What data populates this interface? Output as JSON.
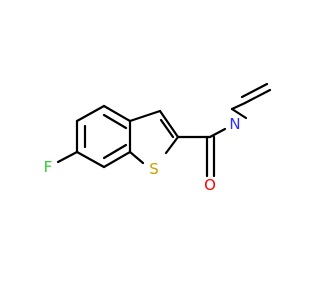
{
  "molecule": {
    "atoms": {
      "fluorine": {
        "label": "F",
        "color": "#33cc33"
      },
      "sulfur": {
        "label": "S",
        "color": "#c8a000"
      },
      "nitrogen": {
        "label": "N",
        "color": "#2e2eff"
      },
      "oxygen": {
        "label": "O",
        "color": "#ff0000"
      }
    },
    "bond_color": "#000000"
  }
}
